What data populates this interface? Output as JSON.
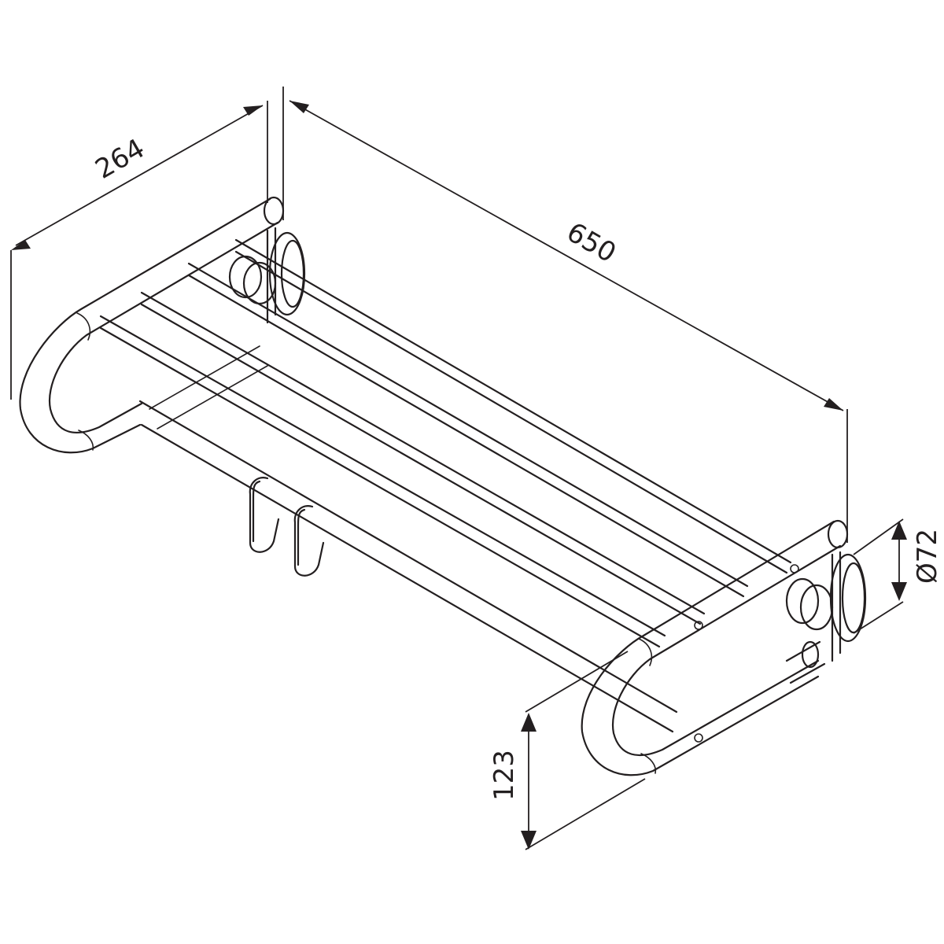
{
  "dimensions": {
    "depth": "264",
    "length": "650",
    "diameter": "Ø72",
    "height": "123"
  }
}
